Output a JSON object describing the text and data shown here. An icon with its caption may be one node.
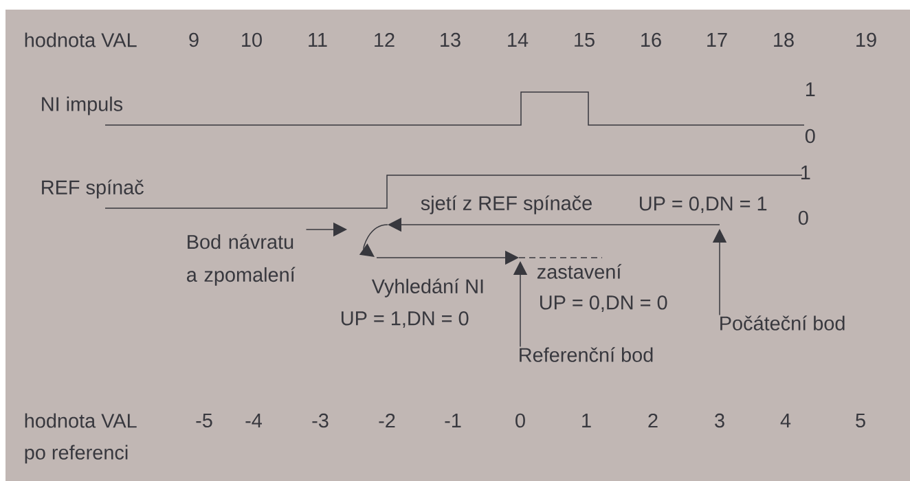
{
  "diagram": {
    "nodes": [
      {
        "text": [
          "Bod návratu a zpomalení"
        ]
      },
      {
        "text": [
          "Počáteční bod"
        ]
      },
      {
        "text": [
          "Referenční bod"
        ]
      }
    ],
    "edges": [
      {
        "from": 0,
        "to": null,
        "arrow": "to"
      },
      {
        "from": 1,
        "to": null,
        "arrow": "to"
      },
      {
        "from": 2,
        "to": null,
        "arrow": "to"
      }
    ],
    "labels": [
      "hodnota VAL",
      "9",
      "10",
      "11",
      "12",
      "13",
      "14",
      "15",
      "16",
      "17",
      "18",
      "19",
      "NI impuls",
      "1",
      "0",
      "REF spínač",
      "1",
      "sjetí z REF spínače",
      "UP = 0,DN = 1",
      "0",
      "zastavení",
      "Vyhledání NI",
      "UP = 0,DN = 0",
      "UP = 1,DN = 0",
      "hodnota VAL",
      "-5",
      "-4",
      "-3",
      "-2",
      "-1",
      "0",
      "1",
      "2",
      "3",
      "4",
      "5",
      "po referenci"
    ]
  }
}
